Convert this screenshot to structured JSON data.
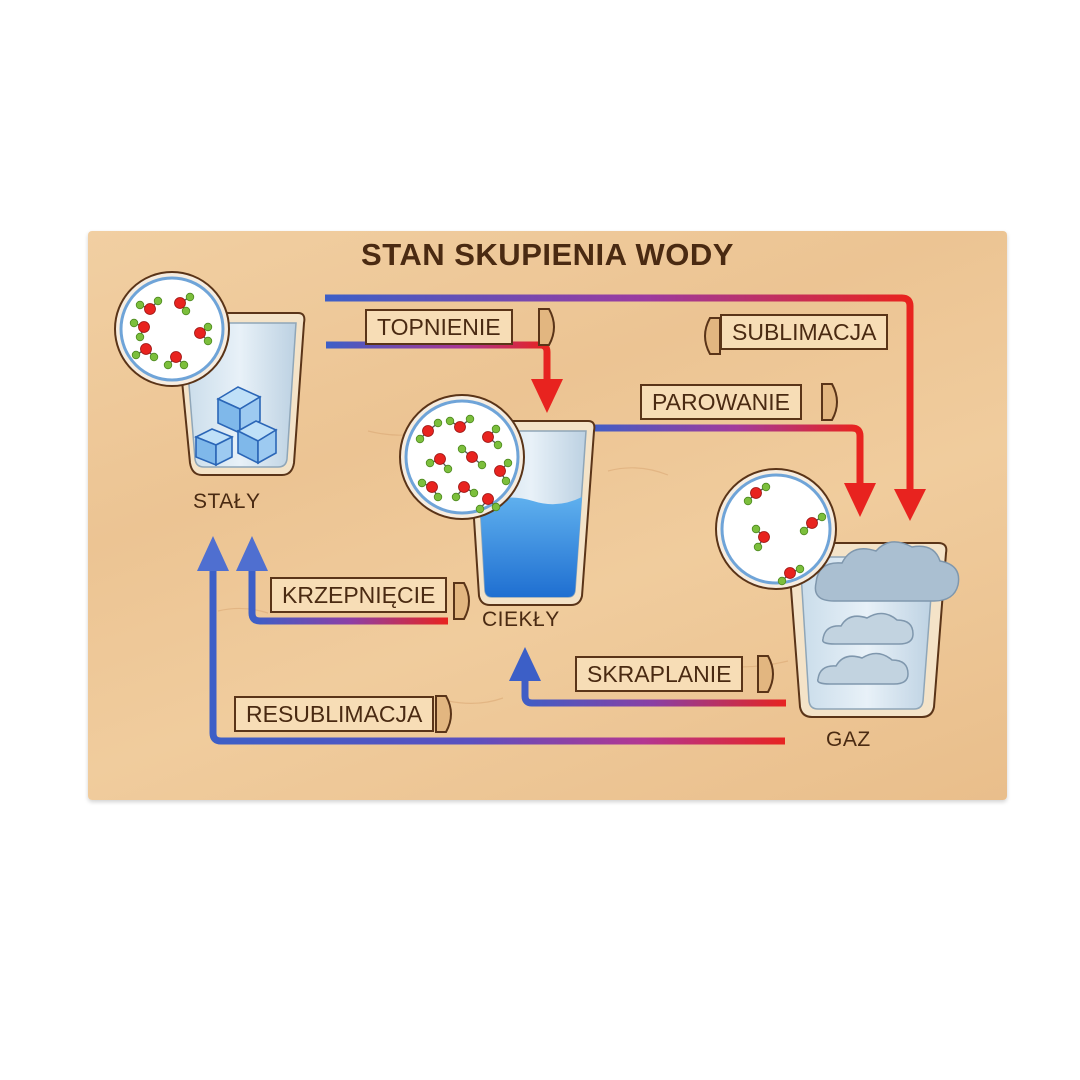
{
  "title": "STAN SKUPIENIA WODY",
  "states": {
    "solid": "STAŁY",
    "liquid": "CIEKŁY",
    "gas": "GAZ"
  },
  "transitions": {
    "melting": "TOPNIENIE",
    "sublimation": "SUBLIMACJA",
    "evaporation": "PAROWANIE",
    "freezing": "KRZEPNIĘCIE",
    "condensation": "SKRAPLANIE",
    "deposition": "RESUBLIMACJA"
  },
  "colors": {
    "hot": "#e8231f",
    "cold": "#3c5fc7",
    "wood": "#eec796",
    "text": "#4a2a12",
    "oxygen": "#e8231f",
    "hydrogen": "#7cbf3c"
  }
}
